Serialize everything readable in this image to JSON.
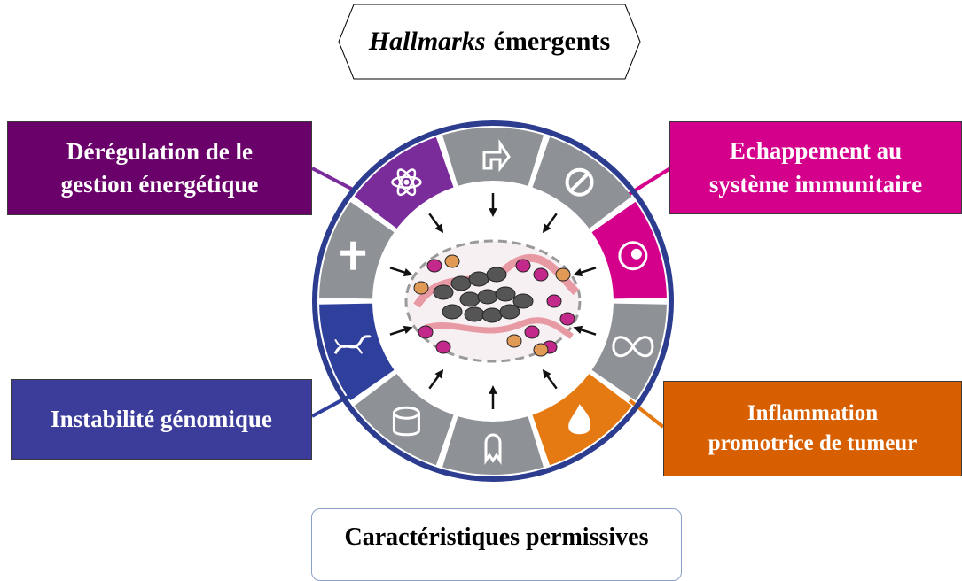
{
  "header": {
    "title_italic": "Hallmarks",
    "title_rest": "émergents"
  },
  "boxes": {
    "energy": {
      "line1": "Dérégulation de le",
      "line2": "gestion énergétique",
      "color": "#6a0069"
    },
    "immune": {
      "line1": "Echappement au",
      "line2": "système immunitaire",
      "color": "#d4008c"
    },
    "genome": {
      "text": "Instabilité génomique",
      "color": "#3c3c9a"
    },
    "inflammation": {
      "line1": "Inflammation",
      "line2": "promotrice de tumeur",
      "color": "#d85f00"
    }
  },
  "footer": {
    "label": "Caractéristiques permissives"
  },
  "wheel": {
    "segments": [
      {
        "icon": "arrow-turn-icon",
        "color": "#8e9196"
      },
      {
        "icon": "no-entry-icon",
        "color": "#8e9196"
      },
      {
        "icon": "immune-cell-icon",
        "color": "#d4008c"
      },
      {
        "icon": "infinity-icon",
        "color": "#8e9196"
      },
      {
        "icon": "flame-icon",
        "color": "#e57a12"
      },
      {
        "icon": "metastasis-icon",
        "color": "#8e9196"
      },
      {
        "icon": "vessel-icon",
        "color": "#8e9196"
      },
      {
        "icon": "dna-icon",
        "color": "#2f3f9c"
      },
      {
        "icon": "grave-cross-icon",
        "color": "#8e9196"
      },
      {
        "icon": "atom-icon",
        "color": "#7b2c9b"
      }
    ],
    "ring_color": "#2c3d8f"
  }
}
